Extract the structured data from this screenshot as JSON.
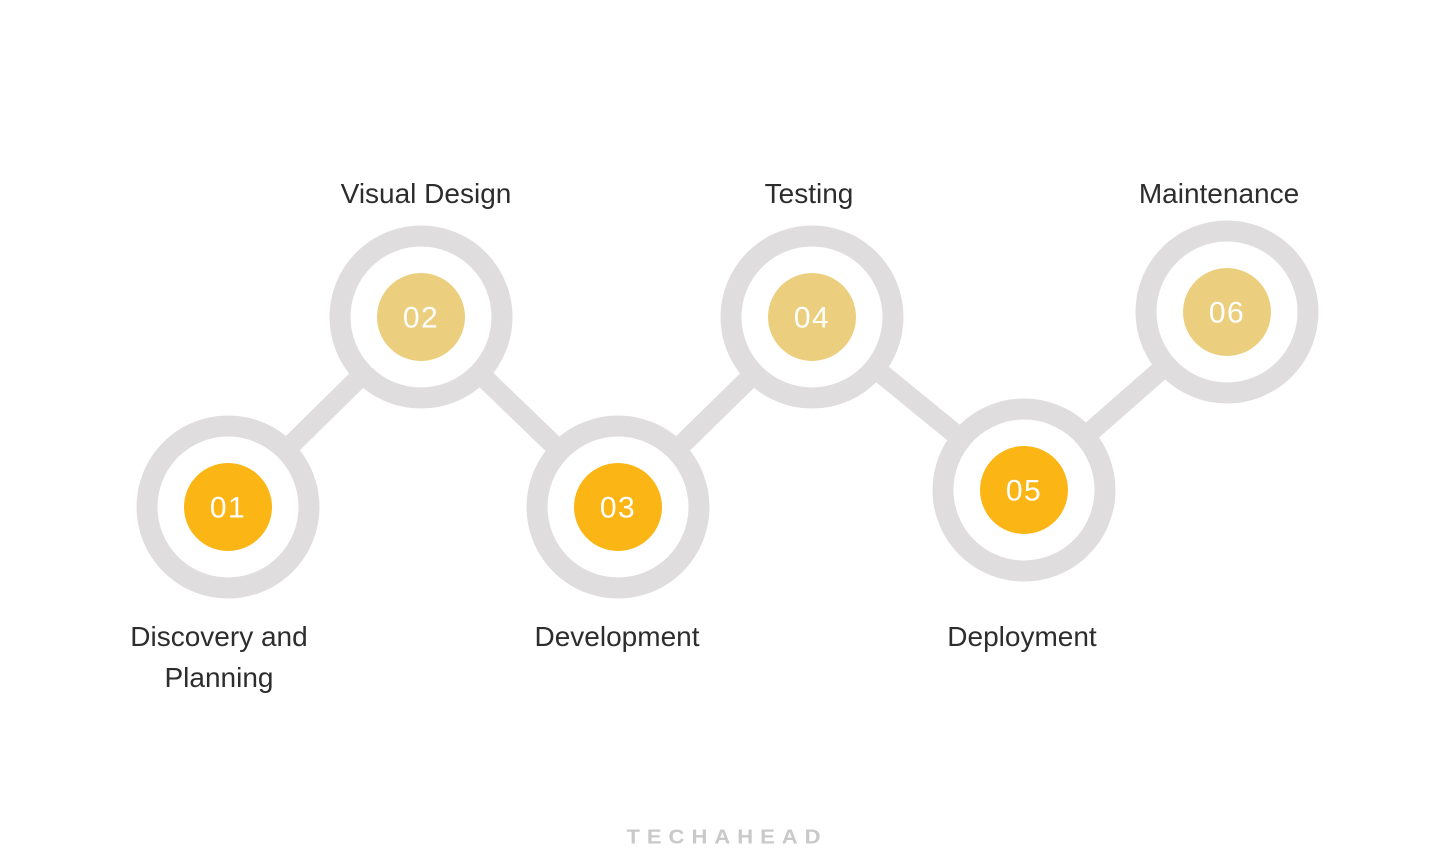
{
  "diagram": {
    "watermark": "TECHAHEAD",
    "colors": {
      "track": "#DFDDDD",
      "badge_orange": "#FBB515",
      "badge_gold": "#ECCF7E",
      "number_text": "#FFFFFF",
      "label_text": "#2D2D2D",
      "watermark_text": "#C9C9C9"
    },
    "steps": [
      {
        "number": "01",
        "label": "Discovery and\nPlanning",
        "badge_color": "#FBB515"
      },
      {
        "number": "02",
        "label": "Visual Design",
        "badge_color": "#ECCF7E"
      },
      {
        "number": "03",
        "label": "Development",
        "badge_color": "#FBB515"
      },
      {
        "number": "04",
        "label": "Testing",
        "badge_color": "#ECCF7E"
      },
      {
        "number": "05",
        "label": "Deployment",
        "badge_color": "#FBB515"
      },
      {
        "number": "06",
        "label": "Maintenance",
        "badge_color": "#ECCF7E"
      }
    ]
  }
}
